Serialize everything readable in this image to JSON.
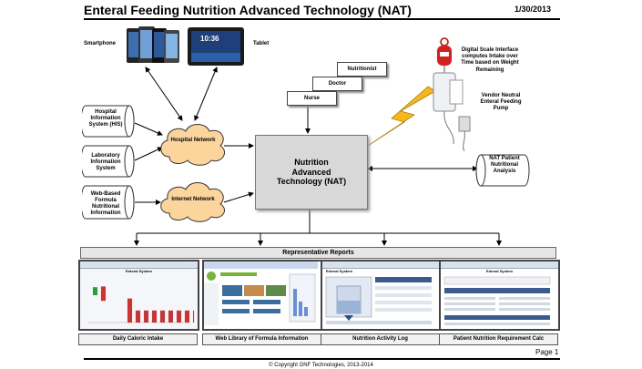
{
  "header": {
    "title": "Enteral Feeding Nutrition Advanced Technology (NAT)",
    "date": "1/30/2013"
  },
  "devices": {
    "smartphone": "Smartphone",
    "tablet": "Tablet",
    "tablet_clock": "10:36"
  },
  "sources": [
    {
      "label": "Hospital Information System (HIS)"
    },
    {
      "label": "Laboratory Information System"
    },
    {
      "label": "Web-Based Formula Nutritional Information"
    }
  ],
  "clouds": {
    "hospital": "Hospital Network",
    "internet": "Internet Network"
  },
  "center": {
    "label": "Nutrition Advanced Technology (NAT)"
  },
  "staff": [
    "Nutritionist",
    "Doctor",
    "Nurse"
  ],
  "scale": {
    "interface_text": "Digital Scale Interface computes Intake over Time based on Weight Remaining",
    "pump_text": "Vendor Neutral Enteral Feeding Pump"
  },
  "analysis": {
    "label": "NAT Patient Nutritional Analysis"
  },
  "reports": {
    "header": "Representative Reports",
    "items": [
      {
        "caption": "Daily Caloric Intake",
        "window_title": "Enteral System"
      },
      {
        "caption": "Web Library of Formula Information",
        "window_title": "Enteral System"
      },
      {
        "caption": "Nutrition Activity Log",
        "window_title": "Enteral System"
      },
      {
        "caption": "Patient Nutrition Requirement Calc",
        "window_title": "Enteral System"
      }
    ]
  },
  "chart_data": {
    "type": "bar",
    "values": [
      5,
      9,
      6,
      3,
      3,
      3,
      3,
      3,
      3,
      3,
      3
    ],
    "colors": [
      "#2e9a3a",
      "#d43030"
    ]
  },
  "footer": {
    "page": "Page 1",
    "copyright": "© Copyright GNF Technologies, 2013-2014"
  }
}
